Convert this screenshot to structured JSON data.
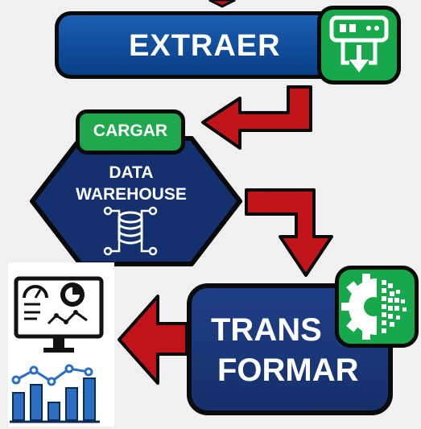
{
  "steps": {
    "extract": {
      "label": "EXTRAER",
      "icon": "server-download-icon"
    },
    "load": {
      "tag": "CARGAR",
      "line1": "DATA",
      "line2": "WAREHOUSE",
      "icon": "database-network-icon"
    },
    "transform": {
      "line1": "TRANS",
      "line2": "FORMAR",
      "icon": "gear-pixel-icon"
    }
  },
  "analytics": {
    "icon": "dashboard-monitor-icon",
    "chart_icon": "bar-line-chart-icon"
  },
  "colors": {
    "blue_primary": "#0f4b98",
    "navy": "#1a3a7a",
    "green": "#1fa84c",
    "arrow_red": "#c0141a",
    "outline": "#0a0a0a",
    "chart_blue": "#2a6fc0"
  }
}
